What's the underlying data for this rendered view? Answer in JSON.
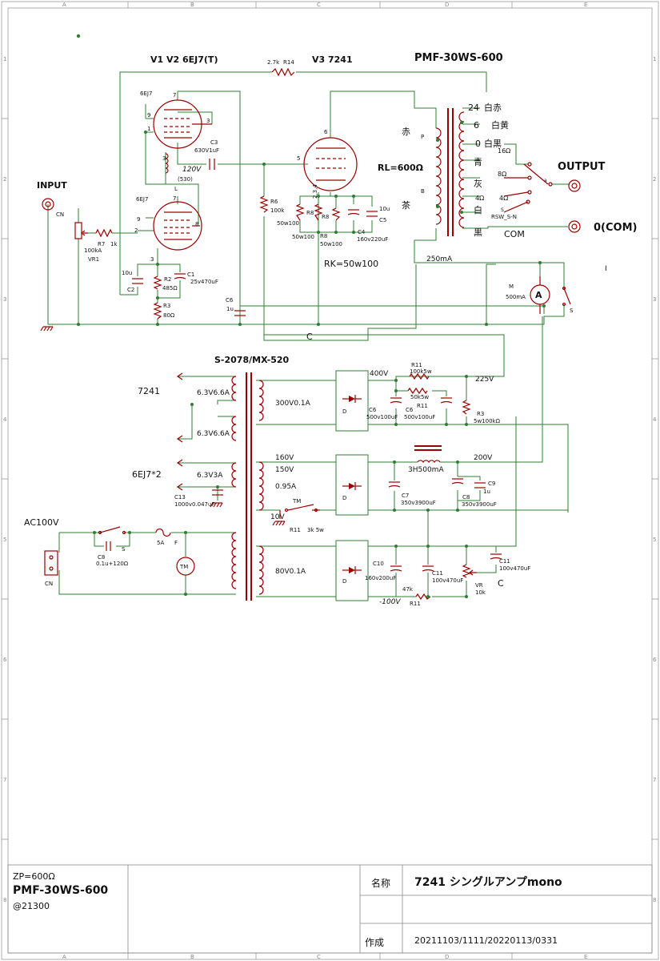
{
  "frame": {
    "cols": [
      "A",
      "B",
      "C",
      "D",
      "E"
    ],
    "rows": [
      "1",
      "2",
      "3",
      "4",
      "5",
      "6",
      "7",
      "8"
    ]
  },
  "tubes": {
    "v1v2_title": "V1 V2 6EJ7(T)",
    "v3_title": "V3 7241",
    "v1_name": "6EJ7",
    "v2_name": "6EJ7",
    "pin7": "7",
    "pin9": "9",
    "pin3": "3",
    "pin1": "1",
    "pin8": "8",
    "pin2": "2",
    "pin6": "6",
    "pin5": "5",
    "pin234": "2,3,4",
    "pinL": "L",
    "pin3b": "3"
  },
  "amp": {
    "r14": "R14",
    "r14_val": "2.7k",
    "opt_title": "PMF-30WS-600",
    "input": "INPUT",
    "cn_in": "CN",
    "vr1_val": "100kA",
    "vr1": "VR1",
    "r7": "R7",
    "r7_val": "1k",
    "c3": "C3",
    "c3_val": "630V1uF",
    "v120": "120V",
    "l530": "(530)",
    "c2_val": "10u",
    "c2": "C2",
    "r2": "R2",
    "r2_val": "485Ω",
    "c1": "C1",
    "c1_val": "25v470uF",
    "r3": "R3",
    "r3_val": "80Ω",
    "r6": "R6",
    "r6_val": "100k",
    "r8a": "R8",
    "r8a_val": "50w100",
    "r8b": "R8",
    "r8c": "R8",
    "r8c_val": "50w100",
    "r8d_val": "50w100",
    "c4": "C4",
    "c4_val": "160v220uF",
    "c5_val": "10u",
    "c5": "C5",
    "rk": "RK=50w100",
    "c6": "C6",
    "c6_val": "1u",
    "c_label": "C",
    "rl": "RL=600Ω",
    "aka": "赤",
    "cha": "茶",
    "p": "P",
    "b": "B",
    "t24": "24",
    "t6": "6",
    "t0": "0",
    "shiroaka": "白赤",
    "shiroki": "白黄",
    "shirokuro": "白黒",
    "ao": "青",
    "hai": "灰",
    "shiro": "白",
    "kuro": "黒",
    "o16": "16Ω",
    "o8": "8Ω",
    "o4a": "4Ω",
    "o4b": "4Ω",
    "sw_a": "a",
    "sw_s": "S",
    "rsw": "RSW_S-N",
    "com": "COM",
    "output": "OUTPUT",
    "zero_com": "0(COM)",
    "ma250": "250mA",
    "meter_m": "M",
    "meter_a": "A",
    "meter_val": "500mA",
    "meter_s": "S",
    "tick": "I"
  },
  "psu": {
    "title": "S-2078/MX-520",
    "t7241": "7241",
    "h1": "6.3V6.6A",
    "h2": "6.3V6.6A",
    "t6ej7": "6EJ7*2",
    "h3": "6.3V3A",
    "c13": "C13",
    "c13_val": "1000v0.047uF",
    "s300": "300V0.1A",
    "v400": "400V",
    "r11a": "R11",
    "r11a_val": "100k5w",
    "r11b_val": "50k5w",
    "r11b": "R11",
    "c6a": "C6",
    "c6a_val": "500v100uF",
    "c6b": "C6",
    "c6b_val": "500v100uF",
    "v225": "225V",
    "r3": "R3",
    "r3_val": "5w100kΩ",
    "d": "D",
    "v160": "160V",
    "v150": "150V",
    "a095": "0.95A",
    "v10": "10V",
    "tm": "TM",
    "r11c": "R11",
    "r11c_val": "3k 5w",
    "choke": "3H500mA",
    "v200": "200V",
    "c7": "C7",
    "c7_val": "350v3900uF",
    "c8": "C8",
    "c8_val": "350v3900uF",
    "c9": "C9",
    "c9_val": "1u",
    "ac": "AC100V",
    "cn": "CN",
    "c8s": "C8",
    "c8s_val": "0.1u+120Ω",
    "sw_s": "S",
    "fuse_a": "5A",
    "fuse_f": "F",
    "tm2": "TM",
    "s80": "80V0.1A",
    "c10": "C10",
    "c10_val": "160v200uF",
    "c11a": "C11",
    "c11a_val": "100v470uF",
    "c11b": "C11",
    "c11b_val": "100v470uF",
    "r47k": "47k",
    "r11d": "R11",
    "vneg": "-100V",
    "vr": "VR",
    "vr_val": "10k",
    "c_label": "C"
  },
  "title_block": {
    "zp": "ZP=600Ω",
    "model": "PMF-30WS-600",
    "price": "@21300",
    "name_label": "名称",
    "name": "7241 シングルアンプmono",
    "made_label": "作成",
    "date": "20211103/1111/20220113/0331"
  }
}
